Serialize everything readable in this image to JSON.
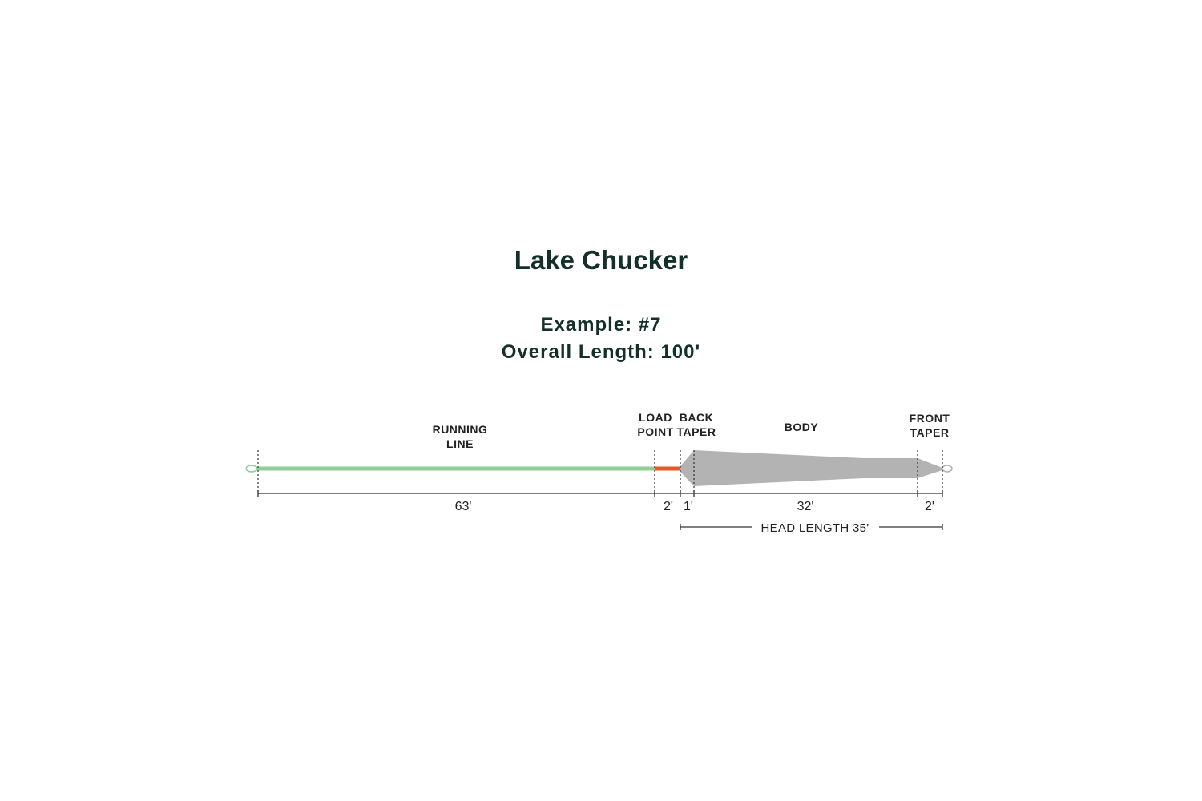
{
  "title": "Lake Chucker",
  "example_line": "Example: #7",
  "overall_length_line": "Overall Length: 100'",
  "colors": {
    "running_line": "#8fce96",
    "load_point": "#e65a28",
    "head": "#b3b3b3",
    "text": "#14302a"
  },
  "segments": {
    "running_line": {
      "label_1": "RUNNING",
      "label_2": "LINE",
      "length_label": "63'",
      "length_ft": 63
    },
    "load_point": {
      "label_1": "LOAD",
      "label_2": "POINT",
      "length_label": "2'",
      "length_ft": 2
    },
    "back_taper": {
      "label_1": "BACK",
      "label_2": "TAPER",
      "length_label": "1'",
      "length_ft": 1
    },
    "body": {
      "label_1": "BODY",
      "length_label": "32'",
      "length_ft": 32
    },
    "front_taper": {
      "label_1": "FRONT",
      "label_2": "TAPER",
      "length_label": "2'",
      "length_ft": 2
    }
  },
  "head_length_label": "HEAD LENGTH 35'"
}
